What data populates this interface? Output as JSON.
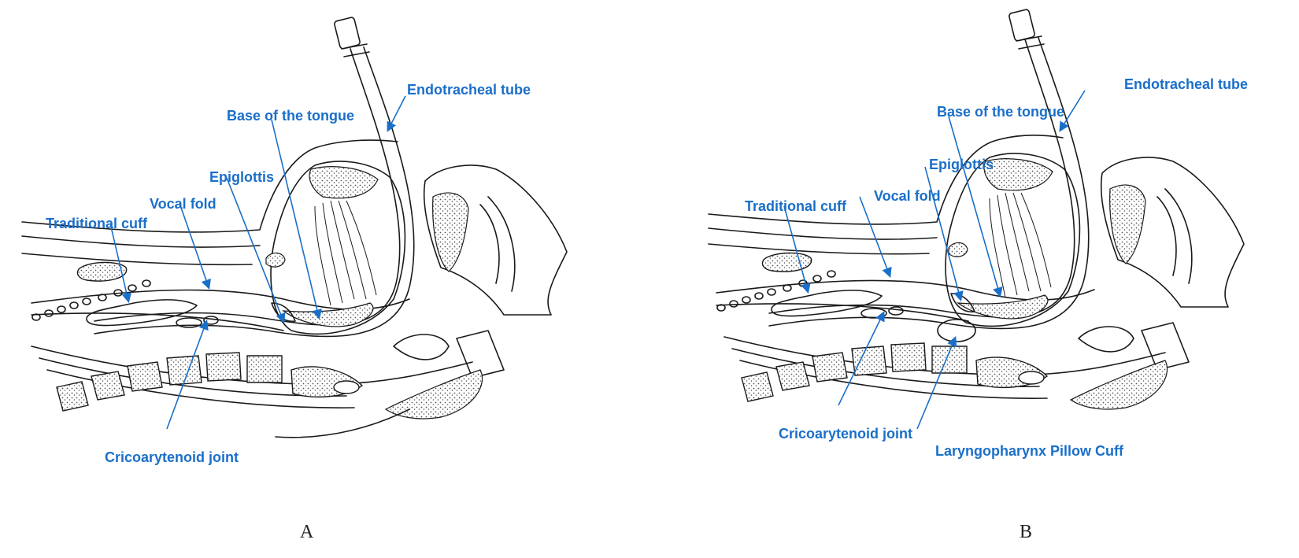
{
  "panels": [
    {
      "id": "A",
      "letter": "A",
      "labels": {
        "endotracheal_tube": "Endotracheal tube",
        "base_of_tongue": "Base of the tongue",
        "epiglottis": "Epiglottis",
        "vocal_fold": "Vocal fold",
        "traditional_cuff": "Traditional cuff",
        "cricoarytenoid_joint": "Cricoarytenoid joint"
      }
    },
    {
      "id": "B",
      "letter": "B",
      "labels": {
        "endotracheal_tube": "Endotracheal tube",
        "base_of_tongue": "Base of the tongue",
        "epiglottis": "Epiglottis",
        "vocal_fold": "Vocal fold",
        "traditional_cuff": "Traditional cuff",
        "cricoarytenoid_joint": "Cricoarytenoid joint",
        "laryngopharynx_pillow_cuff": "Laryngopharynx Pillow Cuff"
      }
    }
  ],
  "colors": {
    "label": "#1a6fc9",
    "line_art": "#1a1a1a",
    "stipple": "#555555",
    "background": "#ffffff"
  }
}
